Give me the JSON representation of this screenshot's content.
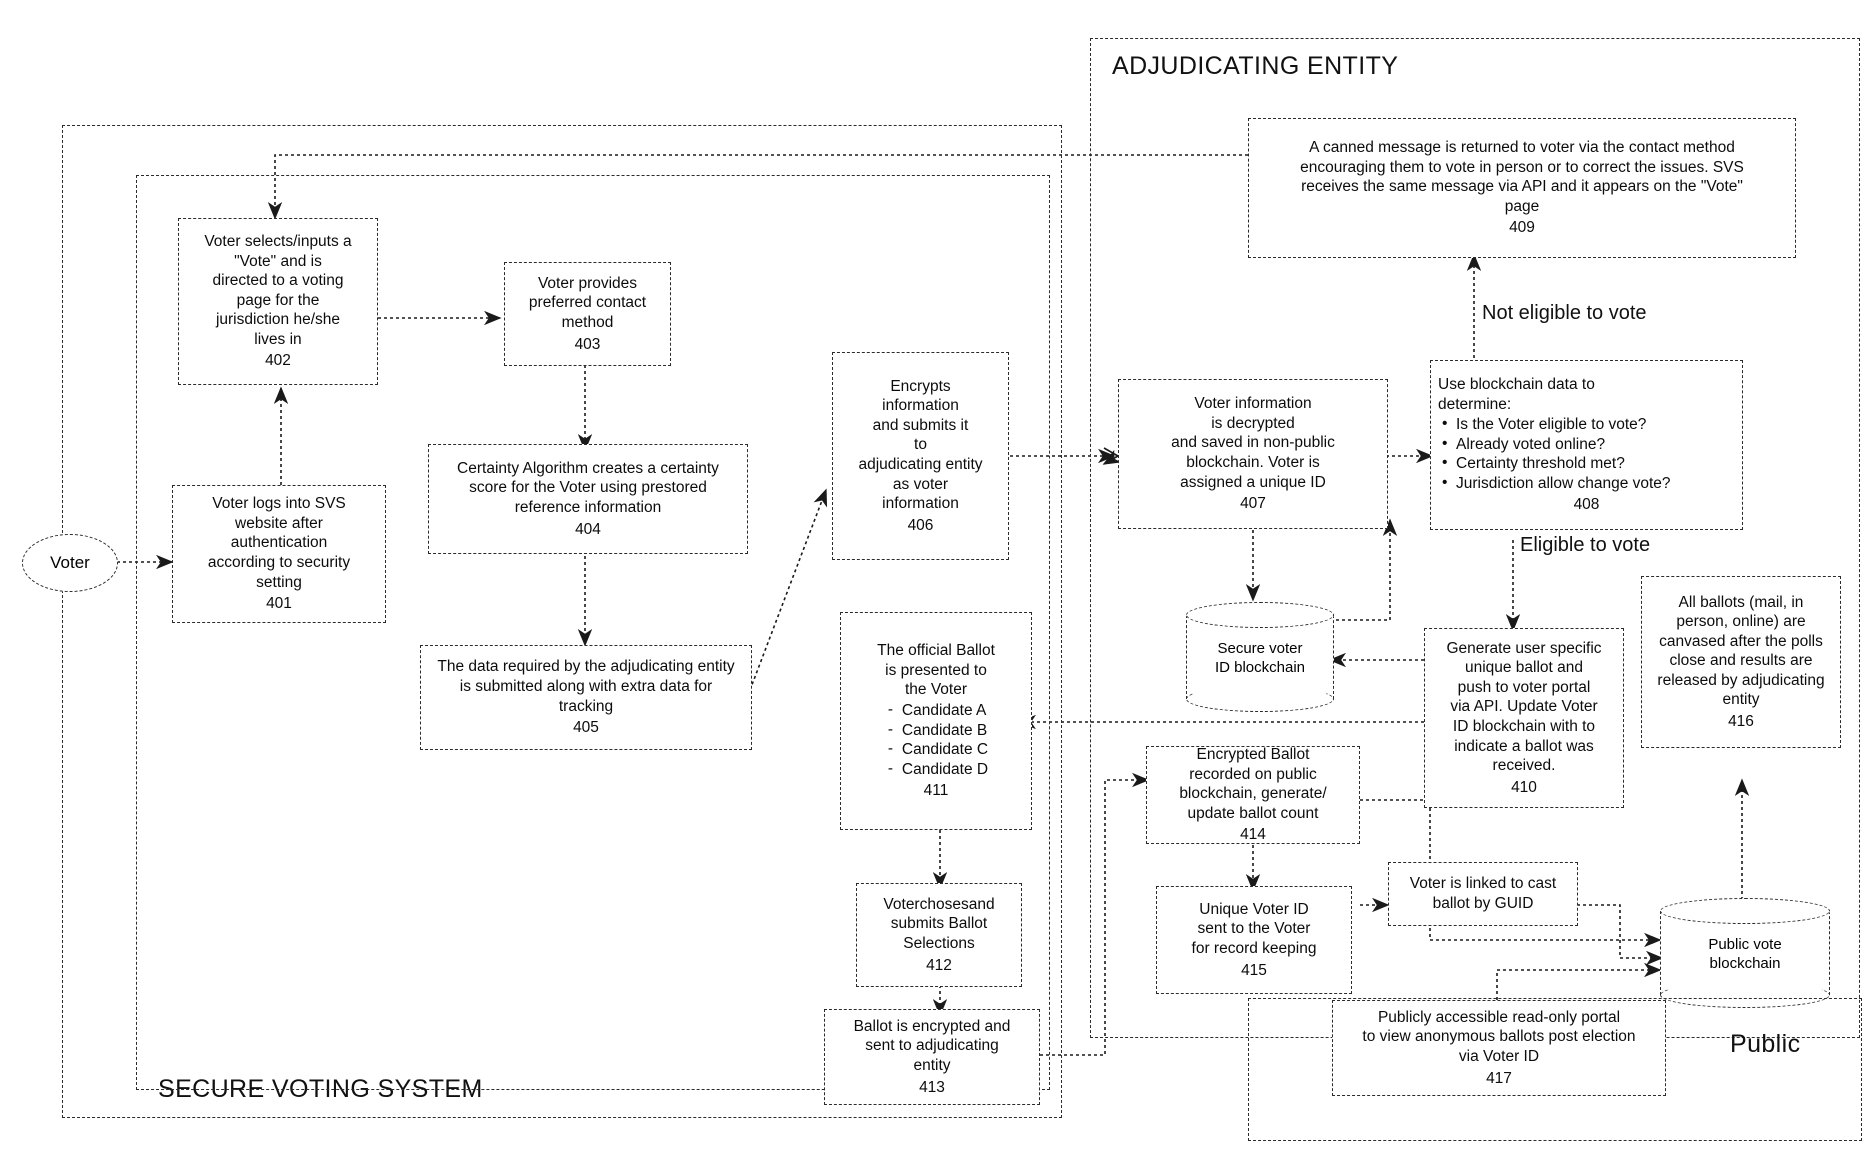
{
  "diagram": {
    "title": "Secure Voting System flowchart",
    "containers": [
      {
        "key": "svs",
        "label": "SECURE VOTING SYSTEM"
      },
      {
        "key": "adj",
        "label": "ADJUDICATING ENTITY"
      },
      {
        "key": "pub",
        "label": "Public"
      }
    ],
    "edge_labels": [
      {
        "key": "not_eligible",
        "text": "Not eligible to vote"
      },
      {
        "key": "eligible",
        "text": "Eligible to vote"
      }
    ],
    "terminator": {
      "label": "Voter"
    },
    "datastores": [
      {
        "key": "secure_voter_id",
        "label": "Secure voter\nID blockchain"
      },
      {
        "key": "public_vote",
        "label": "Public vote\nblockchain"
      }
    ],
    "nodes": [
      {
        "key": "n401",
        "text": "Voter logs into SVS\nwebsite after\nauthentication\naccording to security\nsetting",
        "ref": "401"
      },
      {
        "key": "n402",
        "text": "Voter selects/inputs a\n\"Vote\" and is\ndirected to a voting\npage for the\njurisdiction he/she\nlives in",
        "ref": "402"
      },
      {
        "key": "n403",
        "text": "Voter provides\npreferred contact\nmethod",
        "ref": "403"
      },
      {
        "key": "n404",
        "text": "Certainty Algorithm creates a certainty\nscore for the Voter using prestored\nreference information",
        "ref": "404"
      },
      {
        "key": "n405",
        "text": "The data required by the adjudicating entity\nis submitted along with extra data for\ntracking",
        "ref": "405"
      },
      {
        "key": "n406",
        "text": "Encrypts\ninformation\nand submits it\nto\nadjudicating entity\nas voter\ninformation",
        "ref": "406"
      },
      {
        "key": "n407",
        "text": "Voter information\nis decrypted\nand saved in non-public\nblockchain. Voter is\nassigned a unique ID",
        "ref": "407"
      },
      {
        "key": "n408",
        "text": "Use blockchain data to\ndetermine:",
        "bullets": [
          "Is the Voter eligible to vote?",
          "Already voted online?",
          "Certainty threshold met?",
          "Jurisdiction allow change vote?"
        ],
        "ref": "408"
      },
      {
        "key": "n409",
        "text": "A canned message is returned to voter via the contact method\nencouraging them to vote in person or to correct the issues. SVS\nreceives  the same message via API and it appears on the \"Vote\"\npage",
        "ref": "409"
      },
      {
        "key": "n410",
        "text": "Generate user specific\nunique ballot and\npush to voter portal\nvia API. Update Voter\nID blockchain with to\nindicate a ballot was\nreceived.",
        "ref": "410"
      },
      {
        "key": "n411",
        "text": "The official Ballot\nis presented to\nthe Voter",
        "bullets": [
          "Candidate A",
          "Candidate B",
          "Candidate C",
          "Candidate D"
        ],
        "bullet_style": "dash",
        "ref": "411"
      },
      {
        "key": "n412",
        "text": "Voterchosesand\nsubmits Ballot\nSelections",
        "ref": "412"
      },
      {
        "key": "n413",
        "text": "Ballot is encrypted and\nsent to adjudicating\nentity",
        "ref": "413"
      },
      {
        "key": "n414",
        "text": "Encrypted Ballot\nrecorded on public\nblockchain, generate/\nupdate ballot count",
        "ref": "414"
      },
      {
        "key": "n415",
        "text": "Unique Voter ID\nsent to the Voter\nfor record keeping",
        "ref": "415"
      },
      {
        "key": "n416",
        "text": "All ballots (mail, in\nperson, online) are\ncanvased after the polls\nclose and results are\nreleased by adjudicating\nentity",
        "ref": "416"
      },
      {
        "key": "n417",
        "text": "Publicly accessible read-only portal\nto view anonymous ballots post election\nvia Voter ID",
        "ref": "417"
      },
      {
        "key": "nguid",
        "text": "Voter is linked to cast\nballot by GUID",
        "ref": ""
      }
    ]
  }
}
